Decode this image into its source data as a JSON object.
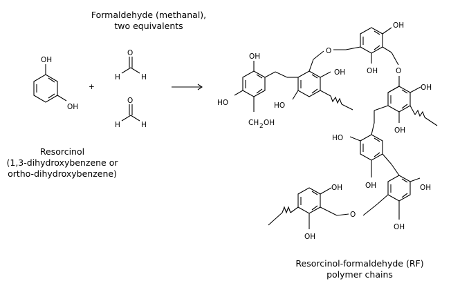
{
  "captions": {
    "formaldehyde_line1": "Formaldehyde (methanal),",
    "formaldehyde_line2": "two equivalents",
    "resorcinol_line1": "Resorcinol",
    "resorcinol_line2": "(1,3-dihydroxybenzene or",
    "resorcinol_line3": "ortho-dihydroxybenzene)",
    "rf_line1": "Resorcinol-formaldehyde (RF)",
    "rf_line2": "polymer chains"
  },
  "atoms": {
    "oh": "OH",
    "ho": "HO",
    "h": "H",
    "o": "O",
    "plus": "+",
    "ch2oh_c": "CH",
    "ch2oh_sub": "2",
    "ch2oh_oh": "OH"
  }
}
